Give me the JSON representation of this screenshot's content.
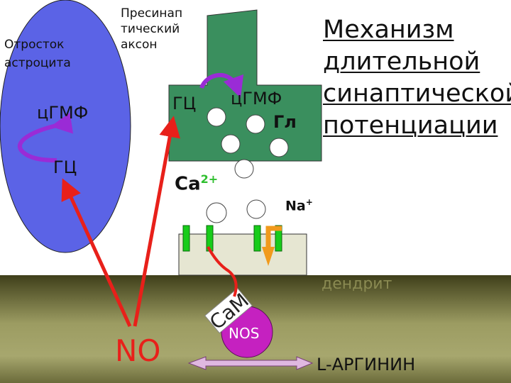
{
  "title_lines": [
    "Механизм",
    "длительной",
    "синаптической",
    "потенциации"
  ],
  "labels": {
    "astrocyte": [
      "Отросток",
      "астроцита"
    ],
    "axon": [
      "Пресинап",
      "тический",
      "аксон"
    ],
    "cgmp_astro": "цГМФ",
    "gc_astro": "ГЦ",
    "gc_axon": "ГЦ",
    "cgmp_axon": "цГМФ",
    "glu": "Гл",
    "ca": "Ca",
    "ca_sup": "2+",
    "na": "Na",
    "na_sup": "+",
    "dendrite": "дендрит",
    "cam": "CaM",
    "nos": "NOS",
    "no": "NO",
    "arginine": "L-АРГИНИН"
  },
  "colors": {
    "astrocyte": "#5b63e6",
    "axon": "#3a8f5e",
    "arrow_red": "#e8201a",
    "arrow_purple": "#9a2bd6",
    "nos": "#c521c0",
    "channel": "#18cc1a",
    "na_arrow": "#f19a1c",
    "plus_green": "#2fbf2f",
    "dendrite_band": "#7d7d45"
  }
}
